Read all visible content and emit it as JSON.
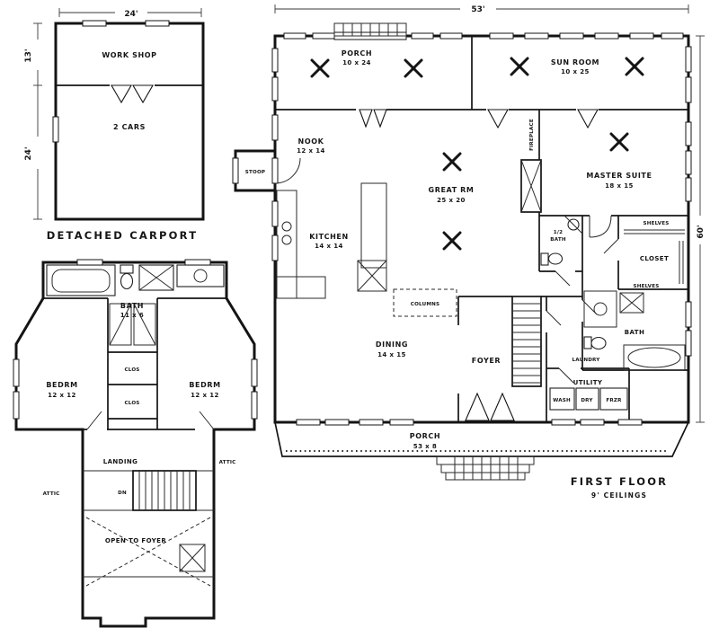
{
  "carport": {
    "title": "DETACHED CARPORT",
    "workshop": "WORK SHOP",
    "cars": "2 CARS",
    "dim_top": "24'",
    "dim_left_upper": "13'",
    "dim_left_lower": "24'"
  },
  "second_floor": {
    "bath": {
      "name": "BATH",
      "size": "11 x 6"
    },
    "bedrm_left": {
      "name": "BEDRM",
      "size": "12 x 12"
    },
    "bedrm_right": {
      "name": "BEDRM",
      "size": "12 x 12"
    },
    "clos_upper": "CLOS",
    "clos_lower": "CLOS",
    "landing": "LANDING",
    "stairs_dn": "DN",
    "open_to_foyer": "OPEN TO FOYER",
    "attic_left": "ATTIC",
    "attic_right": "ATTIC"
  },
  "first_floor": {
    "title": "FIRST FLOOR",
    "subtitle": "9' CEILINGS",
    "dim_top": "53'",
    "dim_right": "60'",
    "porch_top": {
      "name": "PORCH",
      "size": "10 x 24"
    },
    "sun_room": {
      "name": "SUN ROOM",
      "size": "10 x 25"
    },
    "nook": {
      "name": "NOOK",
      "size": "12 x 14"
    },
    "stoop": "STOOP",
    "great_rm": {
      "name": "GREAT RM",
      "size": "25 x 20"
    },
    "master_suite": {
      "name": "MASTER SUITE",
      "size": "18 x 15"
    },
    "kitchen": {
      "name": "KITCHEN",
      "size": "14 x 14"
    },
    "half_bath": {
      "line1": "1/2",
      "line2": "BATH"
    },
    "fireplace": "FIREPLACE",
    "closet": "CLOSET",
    "shelves_top": "SHELVES",
    "shelves_bottom": "SHELVES",
    "bath": "BATH",
    "dining": {
      "name": "DINING",
      "size": "14 x 15"
    },
    "columns_note": "COLUMNS",
    "foyer": "FOYER",
    "laundry": "LAUNDRY",
    "utility": "UTILITY",
    "wash": "WASH",
    "dry": "DRY",
    "frzr": "FRZR",
    "porch_bottom": {
      "name": "PORCH",
      "size": "53 x 8"
    }
  }
}
